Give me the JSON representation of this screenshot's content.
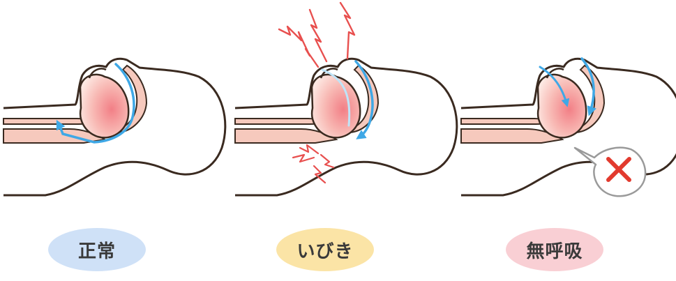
{
  "panels": [
    {
      "label": "正常",
      "state": "normal",
      "pill_color": "#cfe1f7",
      "airflow": "open"
    },
    {
      "label": "いびき",
      "state": "snoring",
      "pill_color": "#fbe4a6",
      "airflow": "narrowed",
      "vibration_marks": true
    },
    {
      "label": "無呼吸",
      "state": "apnea",
      "pill_color": "#f9cfd4",
      "airflow": "blocked",
      "blocked_icon": "cross-mark-icon"
    }
  ],
  "colors": {
    "outline": "#3a2a20",
    "airway_tissue": "#f6c9bd",
    "tongue": "#f08c8c",
    "airflow_arrow": "#3fa8e6",
    "vibration": "#e8504f",
    "cross_mark": "#e23a2e"
  }
}
